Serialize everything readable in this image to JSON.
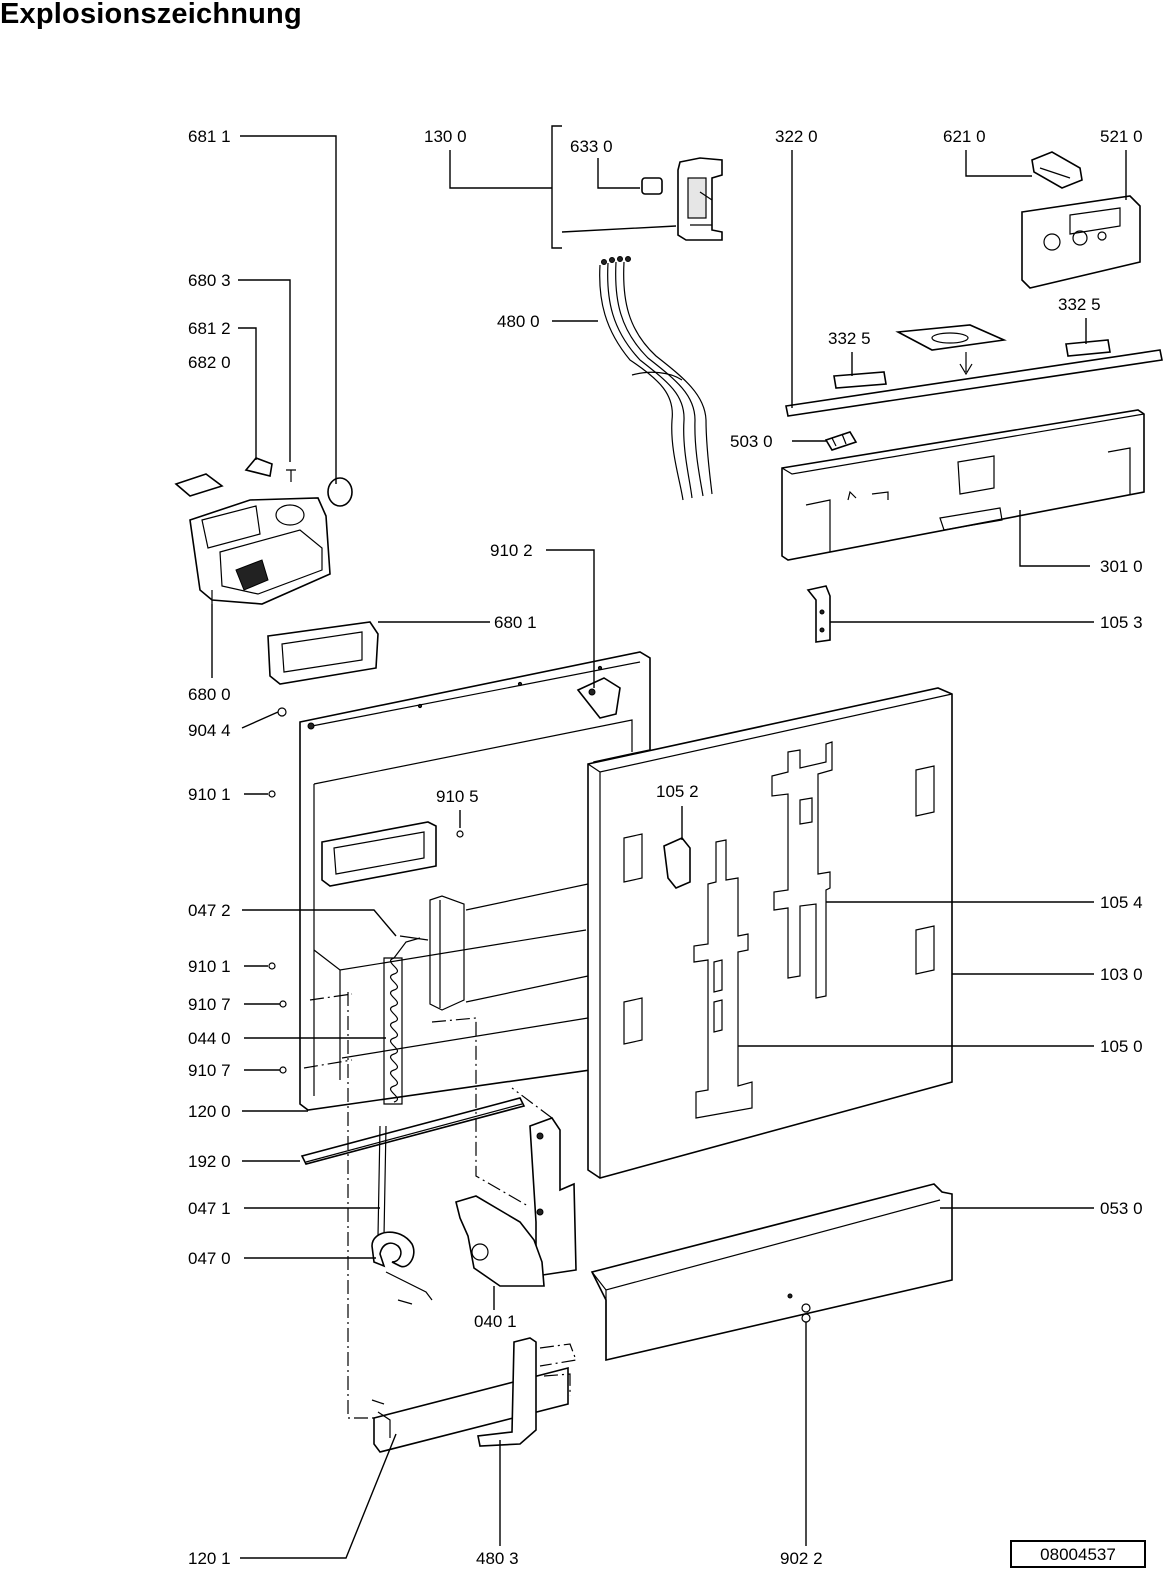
{
  "title": "Explosionszeichnung",
  "document_number": "08004537",
  "parts": [
    {
      "id": "p6811",
      "label": "681 1"
    },
    {
      "id": "p1300",
      "label": "130 0"
    },
    {
      "id": "p6330",
      "label": "633 0"
    },
    {
      "id": "p3220",
      "label": "322  0"
    },
    {
      "id": "p6210",
      "label": "621 0"
    },
    {
      "id": "p5210",
      "label": "521 0"
    },
    {
      "id": "p6803",
      "label": "680 3"
    },
    {
      "id": "p6812",
      "label": "681 2"
    },
    {
      "id": "p6820",
      "label": "682 0"
    },
    {
      "id": "p4800",
      "label": "480 0"
    },
    {
      "id": "p3325a",
      "label": "332  5"
    },
    {
      "id": "p3325b",
      "label": "332  5"
    },
    {
      "id": "p5030",
      "label": "503  0"
    },
    {
      "id": "p9102",
      "label": "910 2"
    },
    {
      "id": "p3010",
      "label": "301 0"
    },
    {
      "id": "p6801",
      "label": "680 1"
    },
    {
      "id": "p1053",
      "label": "105 3"
    },
    {
      "id": "p6800",
      "label": "680 0"
    },
    {
      "id": "p9044",
      "label": "904 4"
    },
    {
      "id": "p9101a",
      "label": "910 1"
    },
    {
      "id": "p9105",
      "label": "910 5"
    },
    {
      "id": "p1052",
      "label": "105 2"
    },
    {
      "id": "p0472",
      "label": "047 2"
    },
    {
      "id": "p1054",
      "label": "105 4"
    },
    {
      "id": "p9101b",
      "label": "910 1"
    },
    {
      "id": "p1030",
      "label": "103 0"
    },
    {
      "id": "p9107a",
      "label": "910 7"
    },
    {
      "id": "p0440",
      "label": "044 0"
    },
    {
      "id": "p1050",
      "label": "105 0"
    },
    {
      "id": "p9107b",
      "label": "910 7"
    },
    {
      "id": "p1200",
      "label": "120 0"
    },
    {
      "id": "p1920",
      "label": "192 0"
    },
    {
      "id": "p0530",
      "label": "053 0"
    },
    {
      "id": "p0471",
      "label": "047 1"
    },
    {
      "id": "p0470",
      "label": "047 0"
    },
    {
      "id": "p0401",
      "label": "040 1"
    },
    {
      "id": "p1201",
      "label": "120 1"
    },
    {
      "id": "p4803",
      "label": "480 3"
    },
    {
      "id": "p9022",
      "label": "902 2"
    }
  ]
}
